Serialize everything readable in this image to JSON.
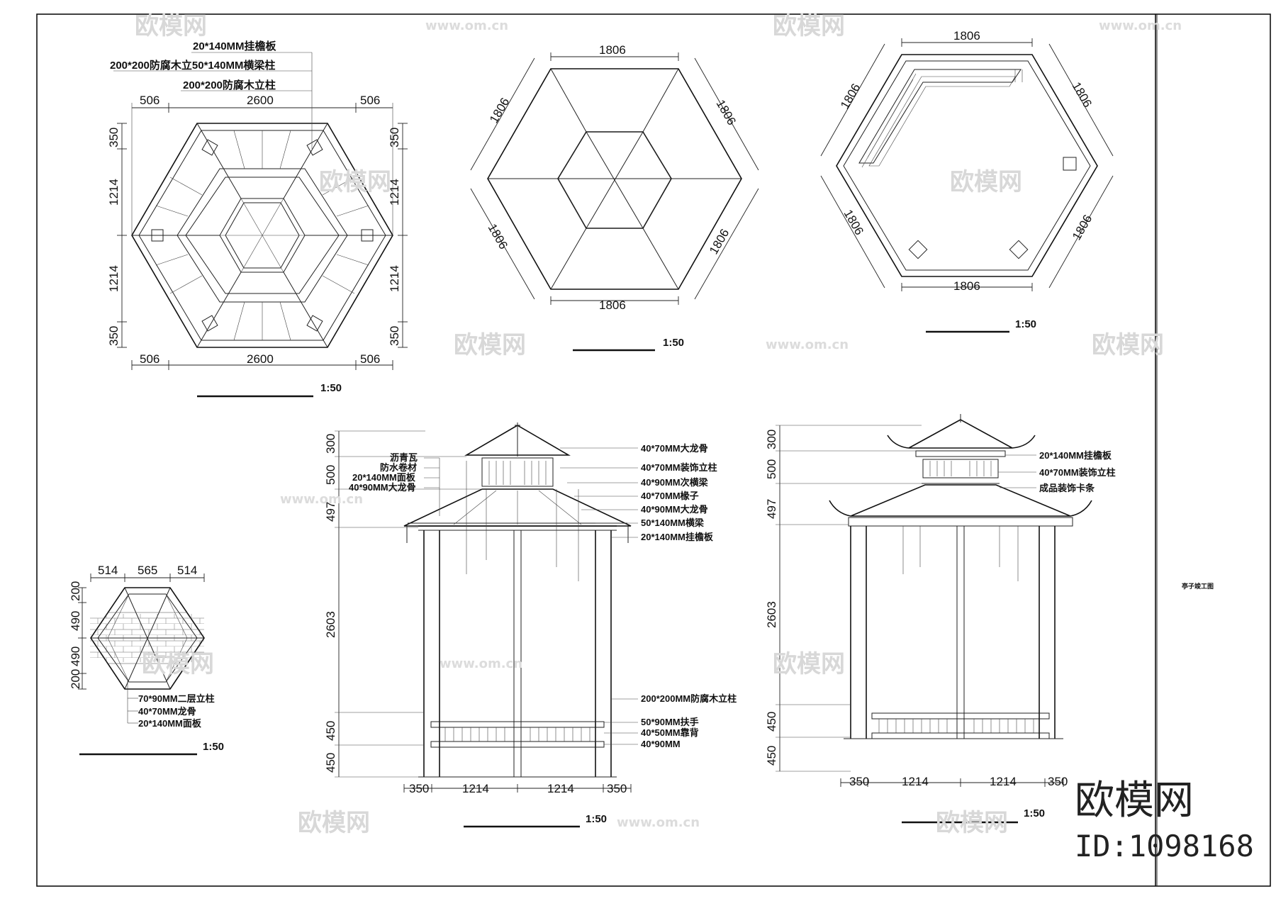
{
  "plan_roof_framing": {
    "labels": [
      "20*140MM挂檐板",
      "200*200防腐木立50*140MM横梁柱",
      "200*200防腐木立柱"
    ],
    "dims_top": [
      "506",
      "2600",
      "506"
    ],
    "dims_bottom": [
      "506",
      "2600",
      "506"
    ],
    "dims_left": [
      "350",
      "1214",
      "1214",
      "350"
    ],
    "dims_right": [
      "350",
      "1214",
      "1214",
      "350"
    ],
    "scale": "1:50"
  },
  "plan_roof_top": {
    "dims": [
      "1806",
      "1806",
      "1806",
      "1806",
      "1806",
      "1806"
    ],
    "scale": "1:50"
  },
  "plan_floor": {
    "dims": [
      "1806",
      "1806",
      "1806",
      "1806",
      "1806",
      "1806"
    ],
    "scale": "1:50"
  },
  "plan_upper_roof": {
    "dims_top": [
      "514",
      "565",
      "514"
    ],
    "dims_left": [
      "200",
      "490",
      "490",
      "200"
    ],
    "labels": [
      "70*90MM二层立柱",
      "40*70MM龙骨",
      "20*140MM面板"
    ],
    "scale": "1:50"
  },
  "section": {
    "left_labels": [
      "沥青瓦",
      "防水卷材",
      "20*140MM面板",
      "40*90MM大龙骨"
    ],
    "right_labels": [
      "40*70MM大龙骨",
      "40*70MM装饰立柱",
      "40*90MM次横梁",
      "40*70MM椽子",
      "40*90MM大龙骨",
      "50*140MM横梁",
      "20*140MM挂檐板",
      "200*200MM防腐木立柱",
      "50*90MM扶手",
      "40*50MM靠背",
      "40*90MM"
    ],
    "dims_left": [
      "300",
      "500",
      "497",
      "2603",
      "450",
      "450"
    ],
    "dims_bottom": [
      "350",
      "1214",
      "1214",
      "350"
    ],
    "scale": "1:50"
  },
  "elevation": {
    "right_labels": [
      "20*140MM挂檐板",
      "40*70MM装饰立柱",
      "成品装饰卡条"
    ],
    "dims_left": [
      "300",
      "500",
      "497",
      "2603",
      "450",
      "450"
    ],
    "dims_bottom": [
      "350",
      "1214",
      "1214",
      "350"
    ],
    "scale": "1:50"
  },
  "title_block": {
    "title": "亭子竣工图"
  },
  "watermark": {
    "brand": "欧模网",
    "url": "www.om.cn",
    "id": "ID:1098168"
  }
}
